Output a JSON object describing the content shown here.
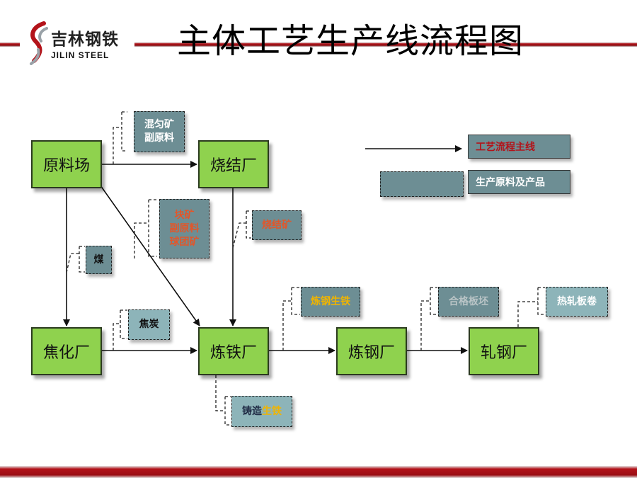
{
  "header": {
    "title": "主体工艺生产线流程图",
    "logo_cn": "吉林钢铁",
    "logo_en": "JILIN STEEL"
  },
  "plants": {
    "raw_yard": "原料场",
    "sinter": "烧结厂",
    "coking": "焦化厂",
    "ironmaking": "炼铁厂",
    "steelmaking": "炼钢厂",
    "rolling": "轧钢厂"
  },
  "products": {
    "blend_ore_line1": "混匀矿",
    "blend_ore_line2": "副原料",
    "lump_line1": "块矿",
    "lump_line2": "副原料",
    "lump_line3": "球团矿",
    "coal": "煤",
    "sinter_ore": "烧结矿",
    "coke": "焦炭",
    "steel_pig_iron": "炼钢生铁",
    "slab": "合格板坯",
    "hot_coil": "热轧板卷",
    "foundry_iron_part1": "铸造",
    "foundry_iron_part2": "生铁"
  },
  "legend": {
    "main_line": "工艺流程主线",
    "materials": "生产原料及产品"
  },
  "colors": {
    "plant_fill": "#8fd24e",
    "product_dark": "#6d8e94",
    "product_light": "#8db4b9",
    "accent_red": "#b3131a",
    "orange_text": "#e2562a",
    "yellow_text": "#f0b400"
  }
}
